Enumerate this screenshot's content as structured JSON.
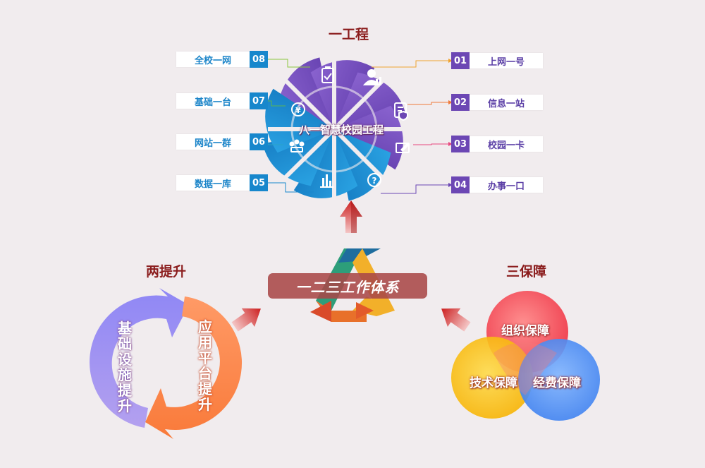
{
  "titles": {
    "top": "一工程",
    "left": "两提升",
    "right": "三保障"
  },
  "center_banner": "一二三工作体系",
  "hub_label": "八一智慧校园工程",
  "left_items": [
    {
      "num": "08",
      "label": "全校一网"
    },
    {
      "num": "07",
      "label": "基础一台"
    },
    {
      "num": "06",
      "label": "网站一群"
    },
    {
      "num": "05",
      "label": "数据一库"
    }
  ],
  "right_items": [
    {
      "num": "01",
      "label": "上网一号"
    },
    {
      "num": "02",
      "label": "信息一站"
    },
    {
      "num": "03",
      "label": "校园一卡"
    },
    {
      "num": "04",
      "label": "办事一口"
    }
  ],
  "cycle": {
    "left_text": "基础设施提升",
    "right_text": "应用平台提升"
  },
  "venn": {
    "top": "组织保障",
    "left": "技术保障",
    "right": "经费保障"
  },
  "colors": {
    "title": "#8b1d1d",
    "blue": "#1787cc",
    "purple": "#6c47b4",
    "banner": "#a94848"
  }
}
